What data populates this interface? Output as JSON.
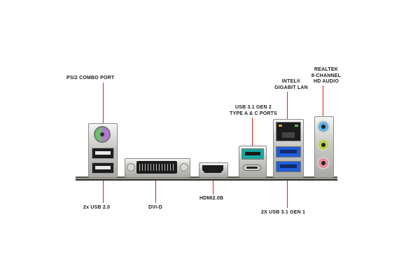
{
  "labels": {
    "ps2": "PS/2 COMBO PORT",
    "usb20": "2x USB 2.0",
    "dvid": "DVI-D",
    "hdmi": "HDMI2.0B",
    "usb31gen2_line1": "USB 3.1 GEN 2",
    "usb31gen2_line2": "TYPE A & C PORTS",
    "lan_line1": "INTEL®",
    "lan_line2": "GIGABIT LAN",
    "usb31gen1": "2X USB 3.1 GEN 1",
    "audio_line1": "REALTEK",
    "audio_line2": "8-CHANNEL",
    "audio_line3": "HD AUDIO"
  },
  "colors": {
    "leader": "#e02020",
    "ps2_port": "#b07ad0",
    "ps2_port_green": "#6fbf6f",
    "usb3_blue": "#1f5fd6",
    "usb_gen2_teal": "#19a7a0",
    "audio_blue": "#5fb0e8",
    "audio_lime": "#b8d24a",
    "audio_pink": "#e88aa0"
  }
}
